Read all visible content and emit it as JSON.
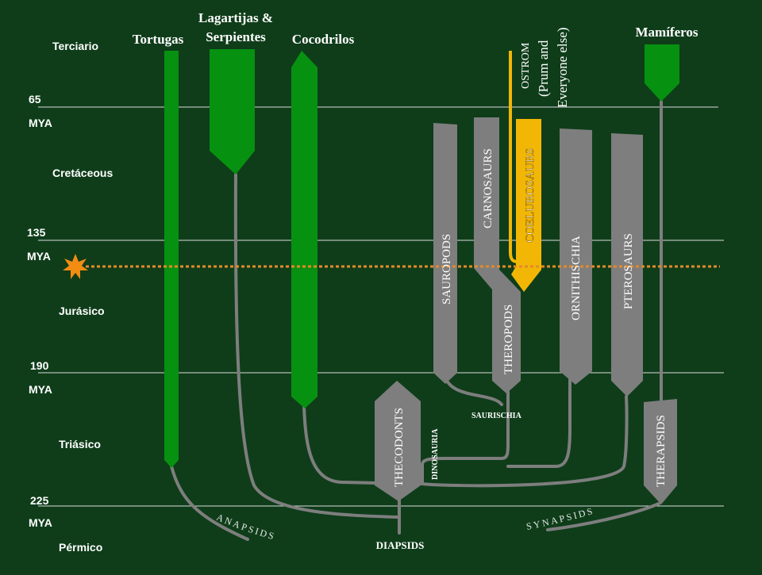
{
  "colors": {
    "background": "#0f3d1a",
    "green": "#079110",
    "gray": "#7e7e7e",
    "yellow": "#f2b705",
    "text": "#ffffff",
    "label": "#e6e6e6",
    "boundary": "#d9d9d9",
    "dotted_line": "#e38a2a",
    "star": "#f28c12"
  },
  "eras": {
    "terciario": "Terciario",
    "cretaceous": "Cretáceous",
    "jurasico": "Jurásico",
    "triasico": "Triásico",
    "permico": "Pérmico"
  },
  "boundaries": {
    "b65": {
      "value": "65",
      "unit": "MYA"
    },
    "b135": {
      "value": "135",
      "unit": "MYA"
    },
    "b190": {
      "value": "190",
      "unit": "MYA"
    },
    "b225": {
      "value": "225",
      "unit": "MYA"
    }
  },
  "lineages": {
    "tortugas": "Tortugas",
    "lagartijas_line1": "Lagartijas &",
    "lagartijas_line2": "Serpientes",
    "cocodrilos": "Cocodrilos",
    "mamiferos": "Mamíferos",
    "ostrom_line1": "OSTROM",
    "ostrom_line2": "(Prum and",
    "ostrom_line3": "Everyone else)",
    "sauropods": "SAUROPODS",
    "carnosaurs": "CARNOSAURS",
    "coelurosaurs": "COELUROSAURS",
    "theropods": "THEROPODS",
    "ornithischia": "ORNITHISCHIA",
    "pterosaurs": "PTEROSAURS",
    "thecodonts": "THECODONTS",
    "therapsids": "THERAPSIDS",
    "dinosauria": "DINOSAURIA",
    "saurischia": "SAURISCHIA",
    "anapsids": "ANAPSIDS",
    "diapsids": "DIAPSIDS",
    "synapsids": "SYNAPSIDS"
  }
}
